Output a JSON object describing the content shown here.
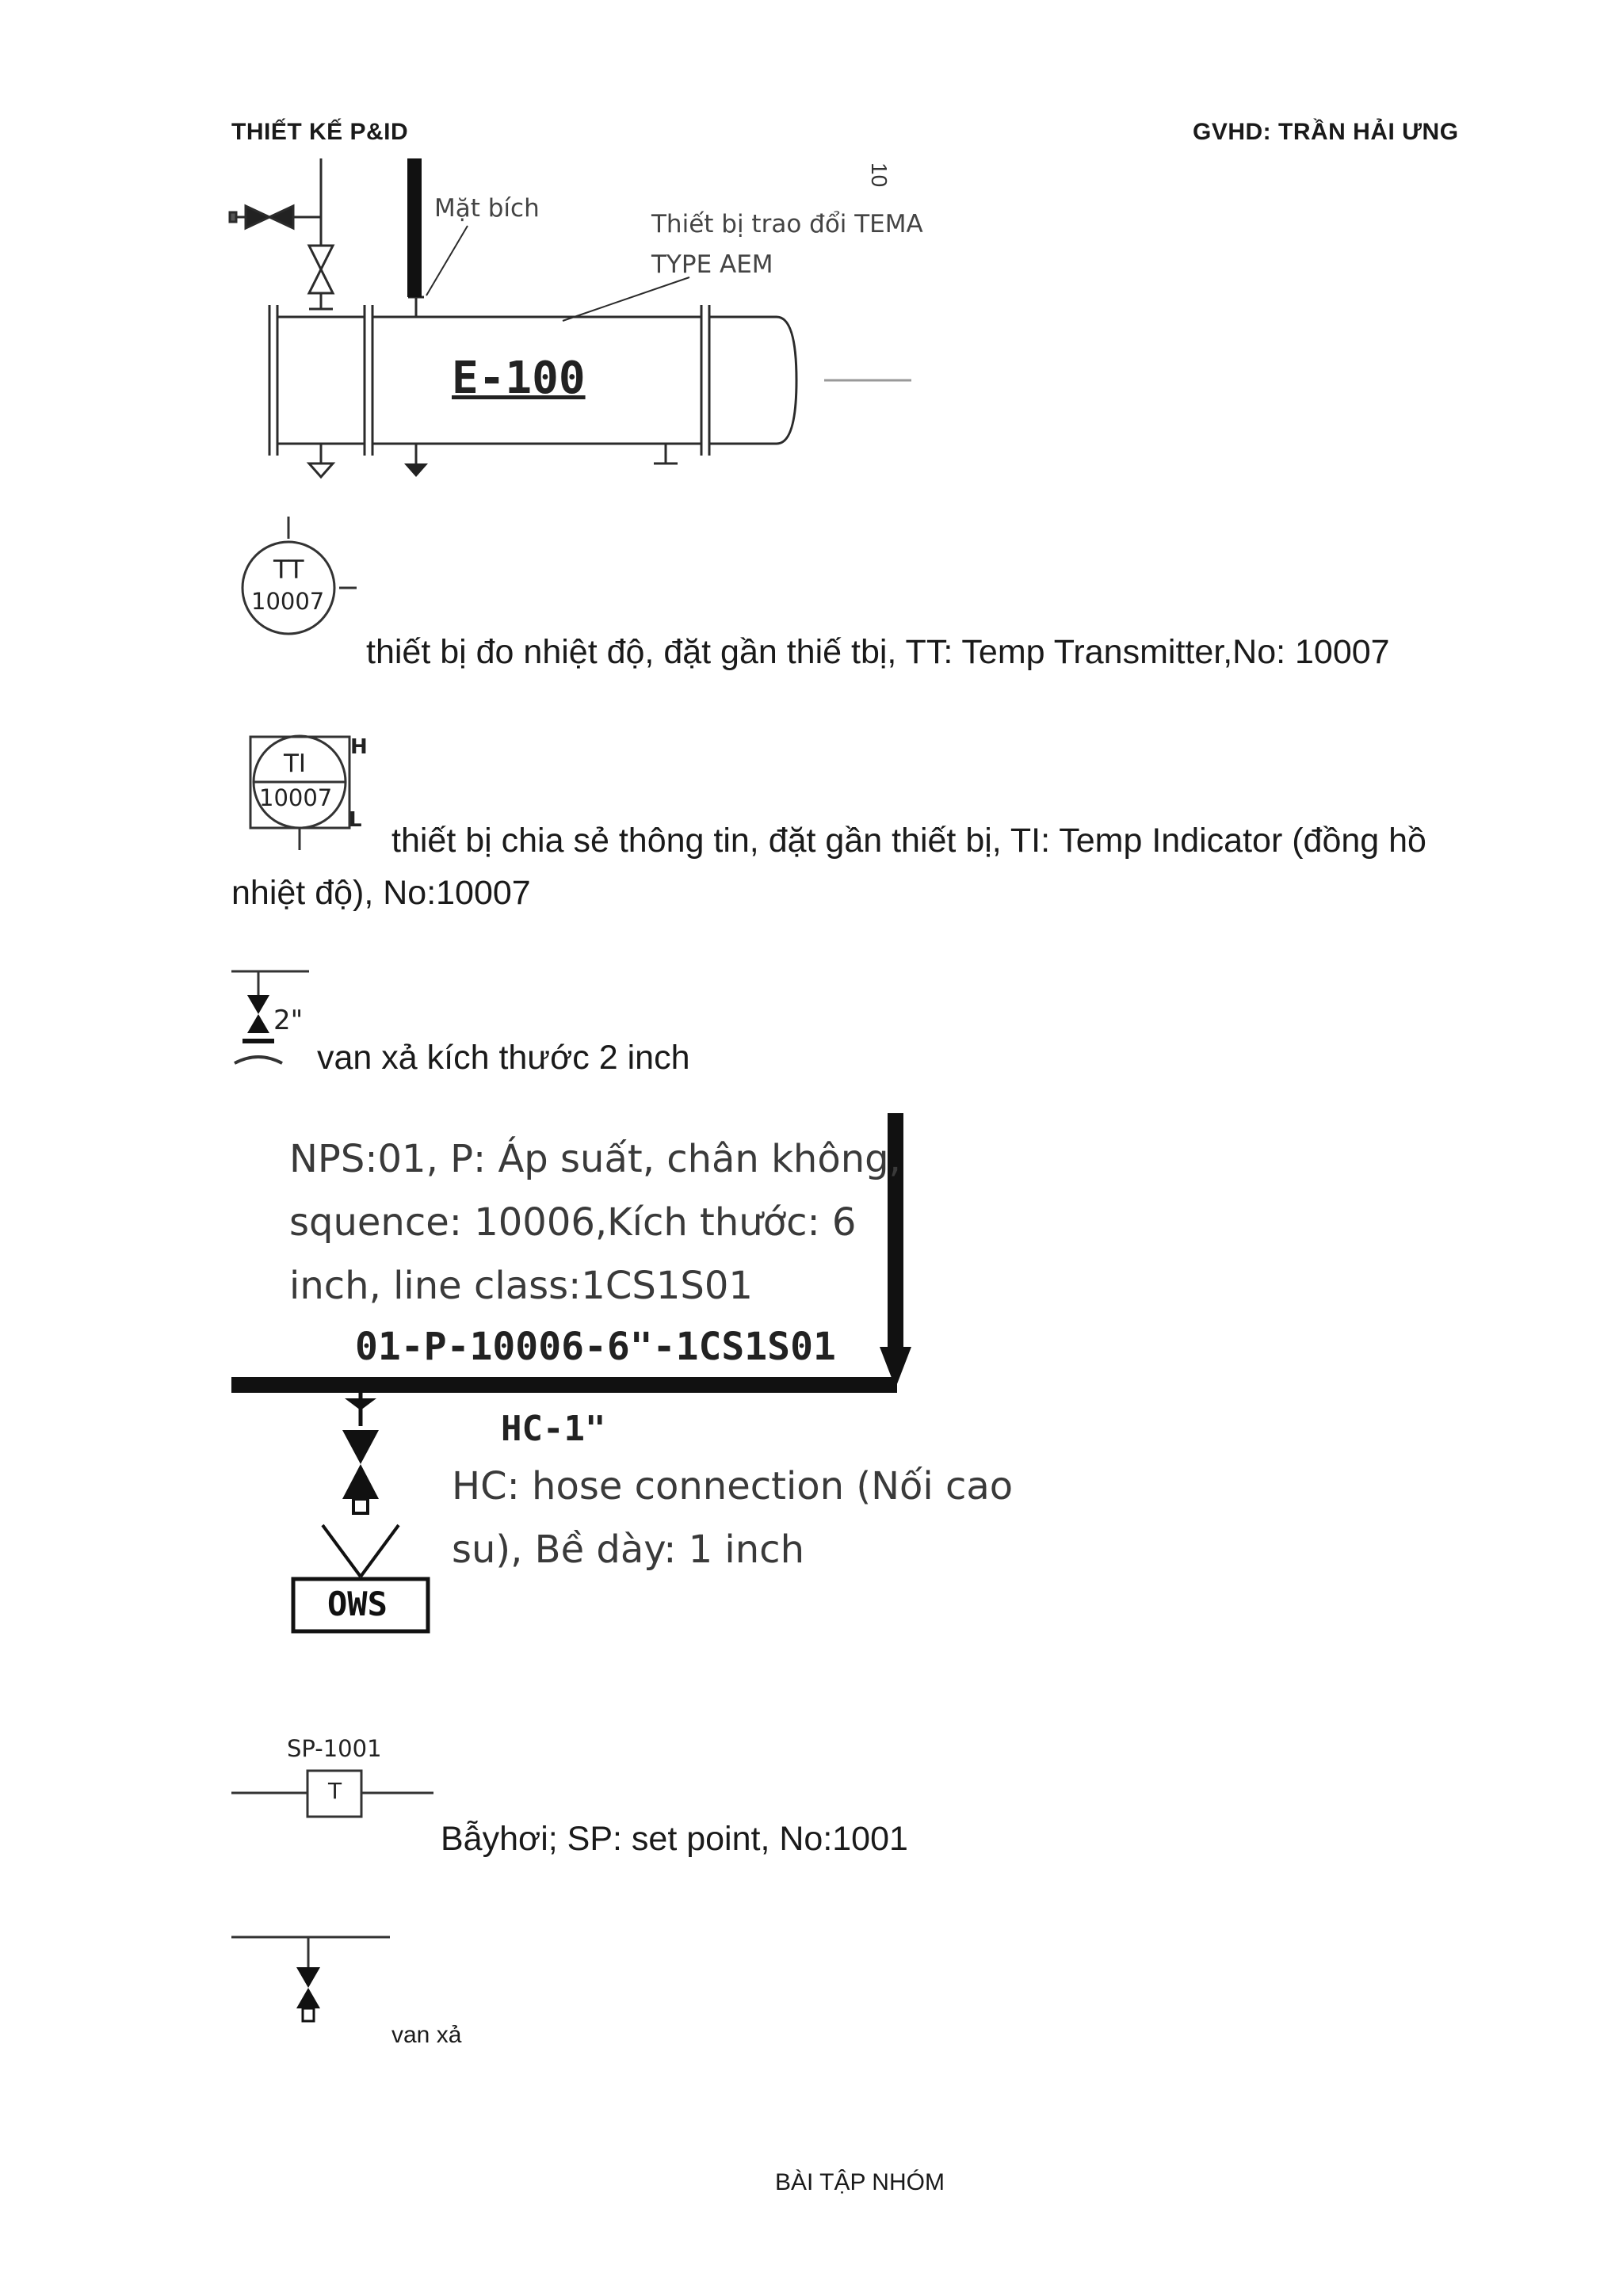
{
  "header": {
    "left": "THIẾT KẾ P&ID",
    "right": "GVHD:  TRẦN HẢI ƯNG"
  },
  "exchanger": {
    "tag": "E-100",
    "flange_label": "Mặt bích",
    "type_label_1": "Thiết bị trao đổi TEMA",
    "type_label_2": "TYPE AEM",
    "edge_mark": "10"
  },
  "temp_transmitter": {
    "bubble_top": "TT",
    "bubble_bottom": "10007",
    "description": "thiết bị đo nhiệt độ, đặt gần thiế tbị, TT: Temp Transmitter,No: 10007"
  },
  "temp_indicator": {
    "bubble_top": "TI",
    "bubble_bottom": "10007",
    "high": "H",
    "low": "L",
    "description": "thiết bị chia sẻ thông tin, đặt gần thiết bị, TI: Temp Indicator (đồng hồ nhiệt độ), No:10007"
  },
  "drain_valve_2in": {
    "size_mark": "2\"",
    "description": "van xả kích thước 2 inch"
  },
  "line_note": {
    "line_1": "NPS:01, P: Áp suất, chân không,",
    "line_2": "squence: 10006,Kích thước: 6",
    "line_3": "inch, line class:1CS1S01",
    "line_tag": "01-P-10006-6\"-1CS1S01",
    "hose_tag": "HC-1\"",
    "hose_line_1": "HC: hose connection (Nối cao",
    "hose_line_2": "su), Bề dày: 1 inch",
    "ows": "OWS"
  },
  "steam_trap": {
    "tag": "SP-1001",
    "box": "T",
    "description": "Bẫyhơi; SP: set point, No:1001"
  },
  "drain_valve": {
    "description": "van xả"
  },
  "footer": {
    "text": "BÀI TẬP NHÓM"
  }
}
